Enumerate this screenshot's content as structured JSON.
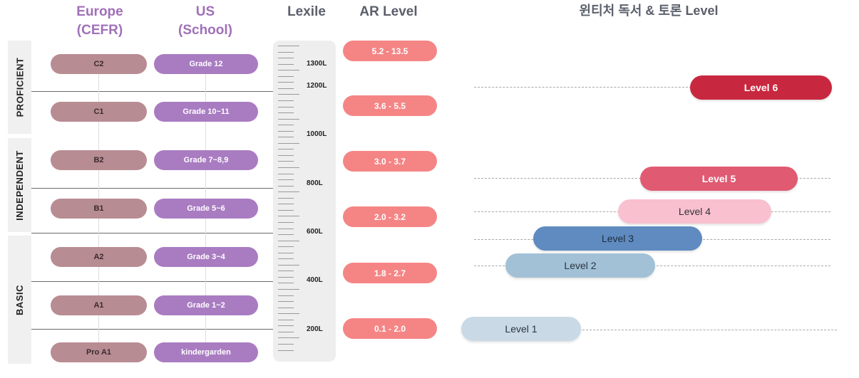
{
  "headers": {
    "europe_line1": "Europe",
    "europe_line2": "(CEFR)",
    "us_line1": "US",
    "us_line2": "(School)",
    "lexile": "Lexile",
    "ar": "AR Level",
    "wintiger": "윈티처 독서 & 토론 Level"
  },
  "bands": {
    "proficient": "PROFICIENT",
    "independent": "INDEPENDENT",
    "basic": "BASIC"
  },
  "cefr": [
    "C2",
    "C1",
    "B2",
    "B1",
    "A2",
    "A1",
    "Pro A1"
  ],
  "us_grades": [
    "Grade 12",
    "Grade 10~11",
    "Grade 7~8,9",
    "Grade 5~6",
    "Grade 3~4",
    "Grade 1~2",
    "kindergarden"
  ],
  "lexile": [
    "1300L",
    "1200L",
    "1000L",
    "800L",
    "600L",
    "400L",
    "200L"
  ],
  "ar_levels": [
    "5.2 - 13.5",
    "3.6 - 5.5",
    "3.0 - 3.7",
    "2.0 - 3.2",
    "1.8 - 2.7",
    "0.1 - 2.0"
  ],
  "levels": {
    "level6": "Level 6",
    "level5": "Level 5",
    "level4": "Level 4",
    "level3": "Level 3",
    "level2": "Level 2",
    "level1": "Level 1"
  },
  "colors": {
    "cefr_pill": "#b88c93",
    "us_pill": "#a97cc2",
    "ar_pill": "#f58585",
    "level6": "#c8283f",
    "level5": "#e05a72",
    "level4": "#f9c0d0",
    "level3": "#5f8bc0",
    "level2": "#a2c1d6",
    "level1": "#c9d9e6"
  }
}
